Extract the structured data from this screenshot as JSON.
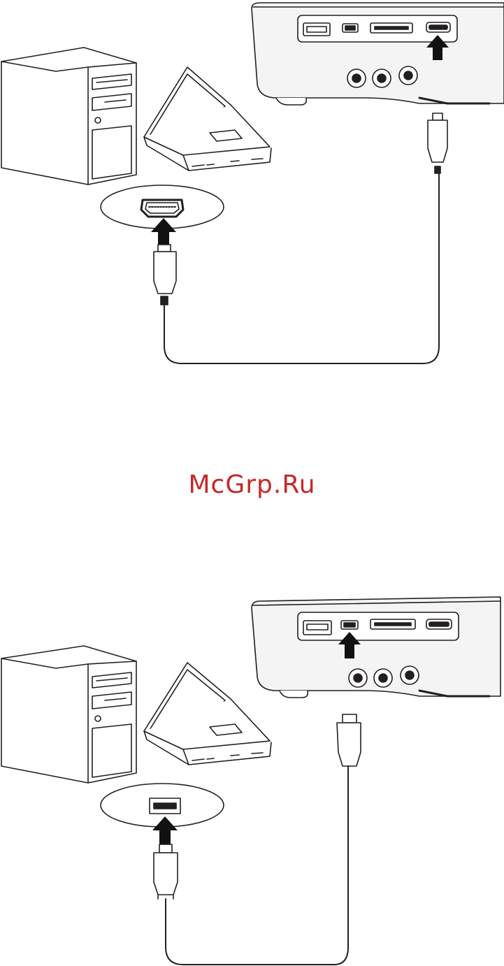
{
  "watermark": {
    "text": "McGrp.Ru",
    "color": "#c62828"
  },
  "colors": {
    "stroke": "#231f20",
    "body_fill": "#ffffff",
    "projector_fill": "#f4f4f4",
    "arrow": "#111111"
  },
  "diagrams": [
    {
      "id": "hdmi-connection",
      "cable": "hdmi",
      "projector_target_port": "hdmi-port",
      "icons": [
        "desktop-pc-icon",
        "laptop-icon",
        "projector-icon",
        "hdmi-port-icon",
        "hdmi-plug-icon",
        "up-arrow-icon"
      ]
    },
    {
      "id": "usb-connection",
      "cable": "usb",
      "projector_target_port": "mini-usb-port",
      "icons": [
        "desktop-pc-icon",
        "laptop-icon",
        "projector-icon",
        "usb-port-icon",
        "usb-plug-icon",
        "up-arrow-icon"
      ]
    }
  ]
}
